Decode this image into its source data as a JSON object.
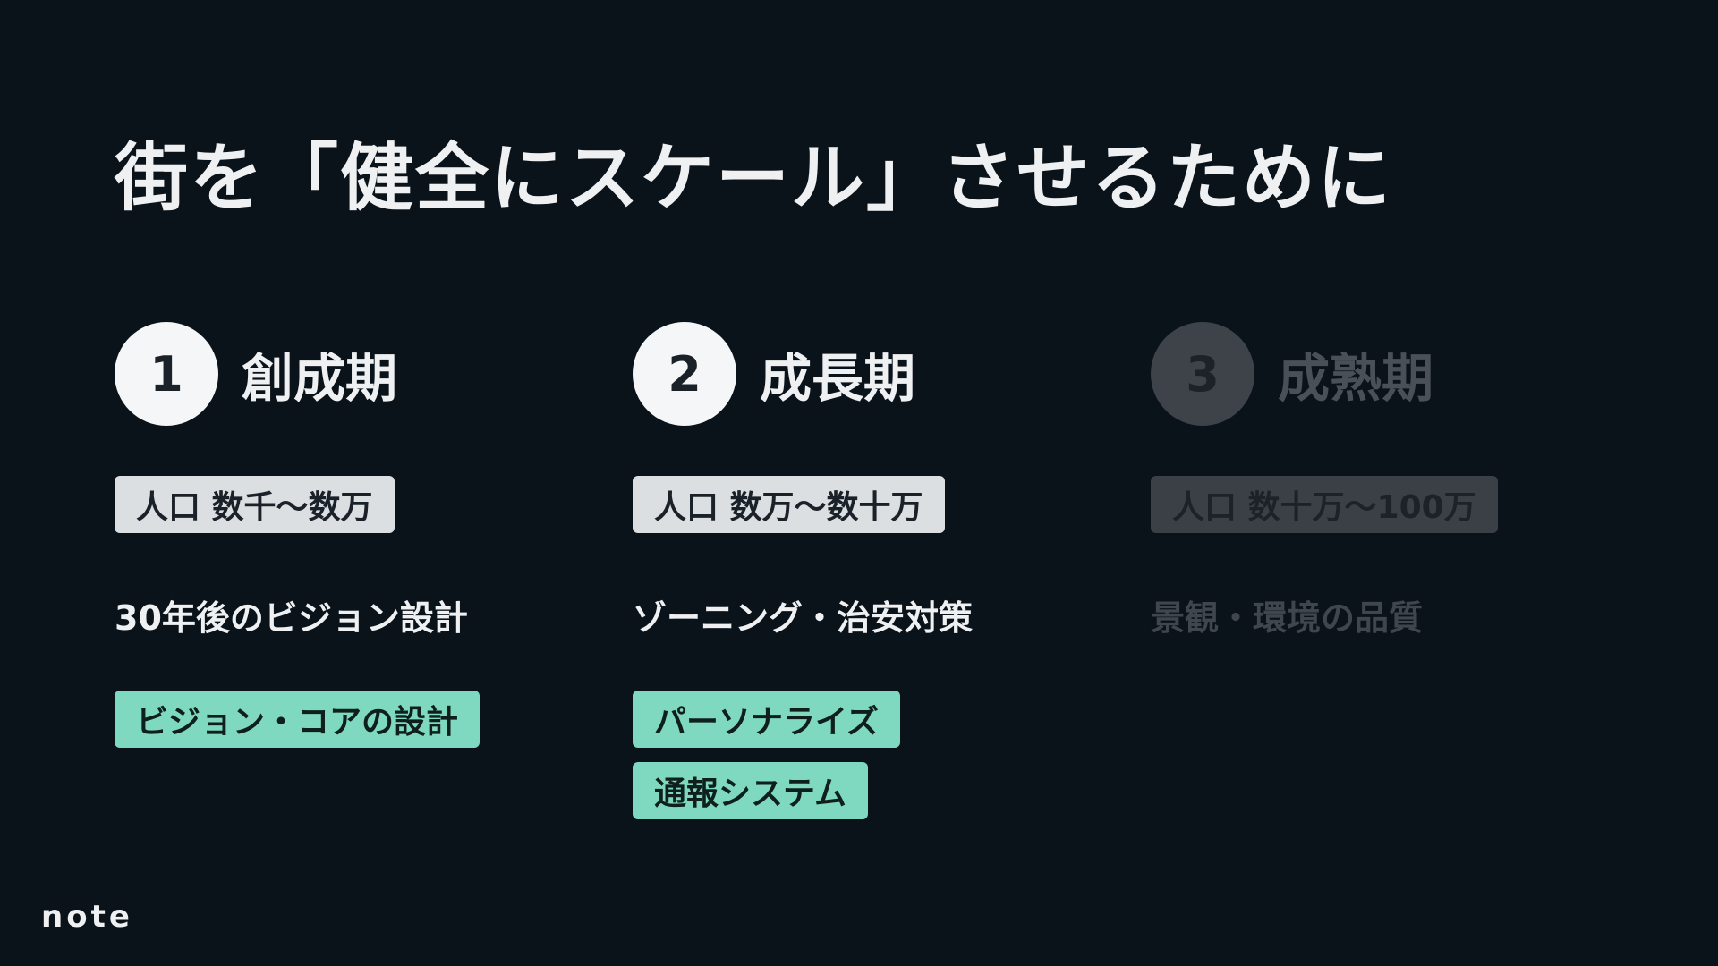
{
  "slide": {
    "title": "街を「健全にスケール」させるために"
  },
  "phases": [
    {
      "number": "1",
      "name": "創成期",
      "population": "人口 数千〜数万",
      "description": "30年後のビジョン設計",
      "tags": [
        "ビジョン・コアの設計"
      ]
    },
    {
      "number": "2",
      "name": "成長期",
      "population": "人口 数万〜数十万",
      "description": "ゾーニング・治安対策",
      "tags": [
        "パーソナライズ",
        "通報システム"
      ]
    },
    {
      "number": "3",
      "name": "成熟期",
      "population": "人口 数十万〜100万",
      "description": "景観・環境の品質",
      "tags": []
    }
  ],
  "brand": {
    "logo_text": "note"
  },
  "colors": {
    "background": "#0a121a",
    "tag_accent": "#7fd9c1",
    "badge_light": "#dcdfe2",
    "muted": "#3d4349"
  }
}
